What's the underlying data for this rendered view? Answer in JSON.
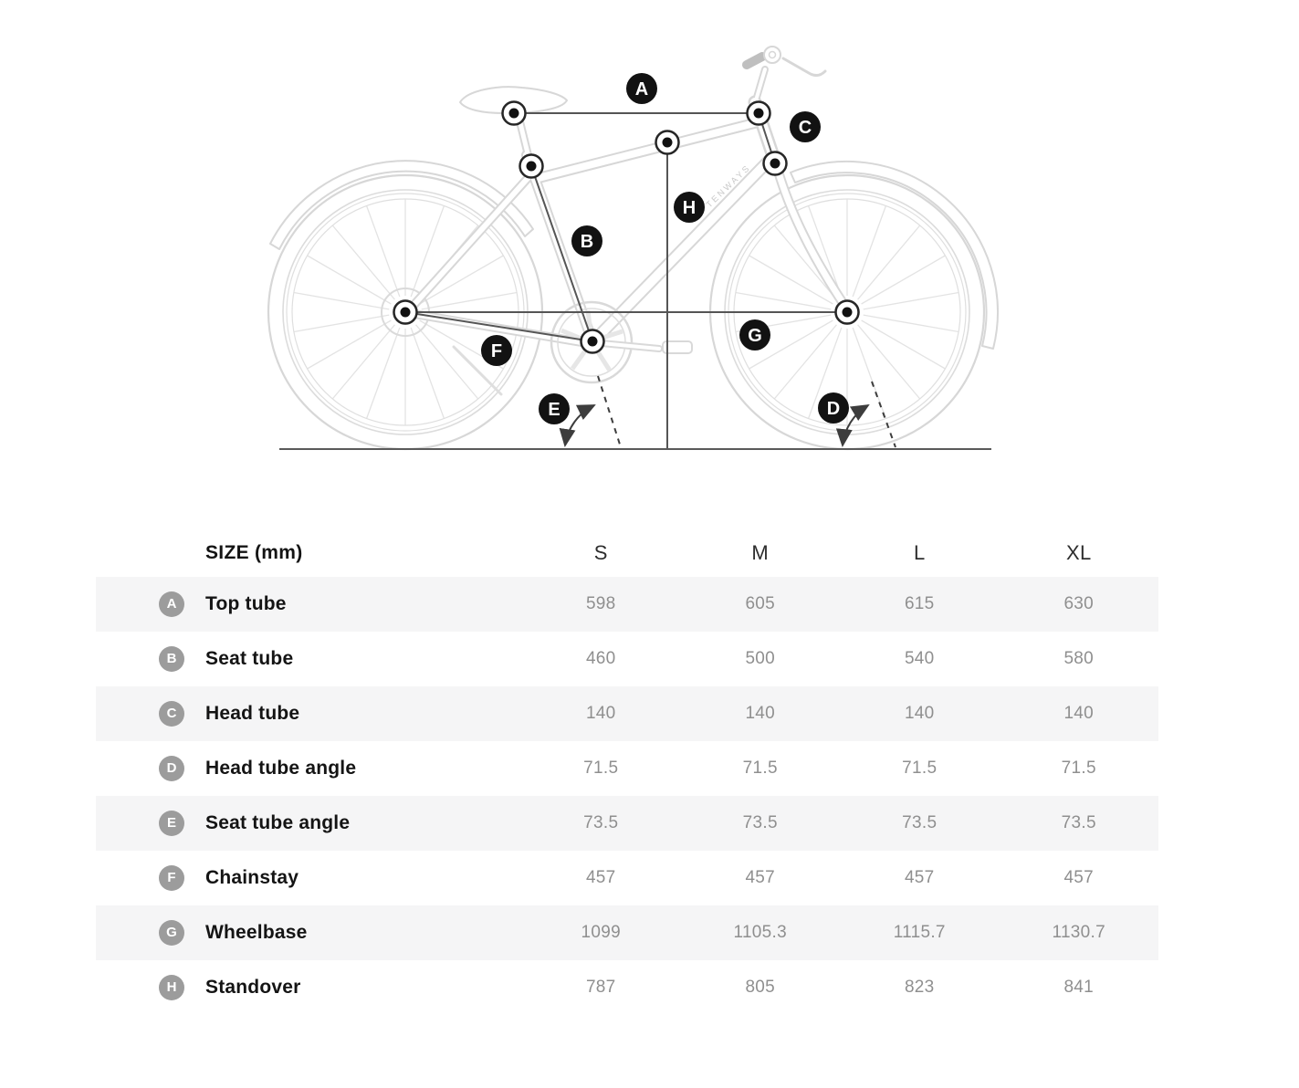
{
  "diagram": {
    "badges": {
      "A": "A",
      "B": "B",
      "C": "C",
      "D": "D",
      "E": "E",
      "F": "F",
      "G": "G",
      "H": "H"
    },
    "brand": "TENWAYS"
  },
  "table": {
    "header": {
      "size_label": "SIZE (mm)",
      "columns": [
        "S",
        "M",
        "L",
        "XL"
      ]
    },
    "rows": [
      {
        "letter": "A",
        "label": "Top tube",
        "values": [
          "598",
          "605",
          "615",
          "630"
        ]
      },
      {
        "letter": "B",
        "label": "Seat tube",
        "values": [
          "460",
          "500",
          "540",
          "580"
        ]
      },
      {
        "letter": "C",
        "label": "Head tube",
        "values": [
          "140",
          "140",
          "140",
          "140"
        ]
      },
      {
        "letter": "D",
        "label": "Head tube angle",
        "values": [
          "71.5",
          "71.5",
          "71.5",
          "71.5"
        ]
      },
      {
        "letter": "E",
        "label": "Seat tube angle",
        "values": [
          "73.5",
          "73.5",
          "73.5",
          "73.5"
        ]
      },
      {
        "letter": "F",
        "label": "Chainstay",
        "values": [
          "457",
          "457",
          "457",
          "457"
        ]
      },
      {
        "letter": "G",
        "label": "Wheelbase",
        "values": [
          "1099",
          "1105.3",
          "1115.7",
          "1130.7"
        ]
      },
      {
        "letter": "H",
        "label": "Standover",
        "values": [
          "787",
          "805",
          "823",
          "841"
        ]
      }
    ]
  },
  "colors": {
    "bike_outline": "#d7d7d7",
    "measure_line": "#4f4f4f",
    "diagram_badge": "#121212",
    "table_badge": "#9c9c9c",
    "row_stripe": "#f5f5f6",
    "value_text": "#8f8f8f",
    "label_text": "#141414"
  }
}
